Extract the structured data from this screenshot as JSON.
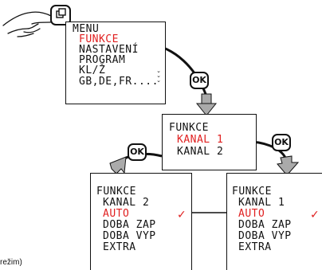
{
  "colors": {
    "highlight": "#e02020",
    "outline": "#111111",
    "arrow_fill": "#aaaaaa"
  },
  "icons": {
    "hand": "hand-press-icon",
    "button": "menu-button-icon",
    "check": "checkmark-icon"
  },
  "menu_screen": {
    "lines": [
      "MENU",
      "FUNKCE",
      "NASTAVENÍ",
      "PROGRAM",
      "KL/Ž",
      "GB,DE,FR...."
    ],
    "highlighted_index": 1,
    "scroll_arrows": "⌄⌄⌄"
  },
  "function_screen": {
    "lines": [
      "FUNKCE",
      "KANAL 1",
      "KANAL 2"
    ],
    "highlighted_index": 1
  },
  "channel2_screen": {
    "lines": [
      "FUNKCE",
      "KANAL 2",
      "AUTO",
      "DOBA ZAP",
      "DOBA VYP",
      "EXTRA"
    ],
    "highlighted_index": 2,
    "check": "✓"
  },
  "channel1_screen": {
    "lines": [
      "FUNKCE",
      "KANAL 1",
      "AUTO",
      "DOBA ZAP",
      "DOBA VYP",
      "EXTRA"
    ],
    "highlighted_index": 2,
    "check": "✓"
  },
  "ok_buttons": {
    "main": "OK",
    "left": "OK",
    "right": "OK"
  },
  "caption": "režim)"
}
